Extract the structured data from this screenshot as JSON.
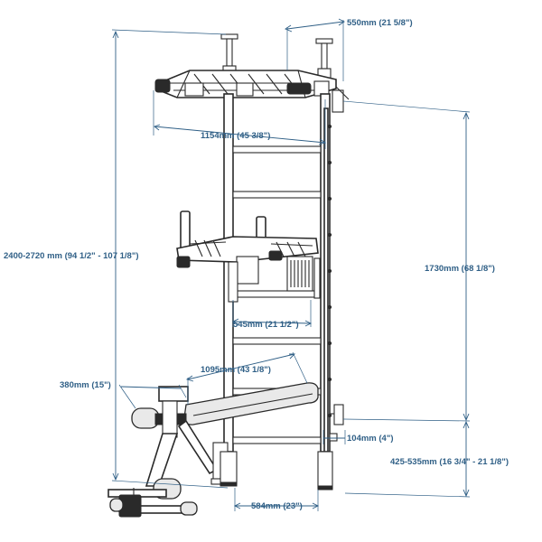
{
  "dimensions": {
    "total_height": "2400-2720 mm (94 1/2\" - 107 1/8\")",
    "pullup_depth": "550mm (21 5/8\")",
    "pullup_width": "1154mm (45 3/8\")",
    "ladder_height": "1730mm (68 1/8\")",
    "dip_width": "545mm (21 1/2\")",
    "bench_length": "1095mm (43 1/8\")",
    "bench_width": "380mm (15\")",
    "wall_offset": "104mm (4\")",
    "bracket_height": "425-535mm (16 3/4\" - 21 1/8\")",
    "base_width": "584mm (23\")"
  },
  "colors": {
    "dimension": "#2f5f86",
    "frame": "#2a2a2a",
    "background": "#ffffff"
  }
}
